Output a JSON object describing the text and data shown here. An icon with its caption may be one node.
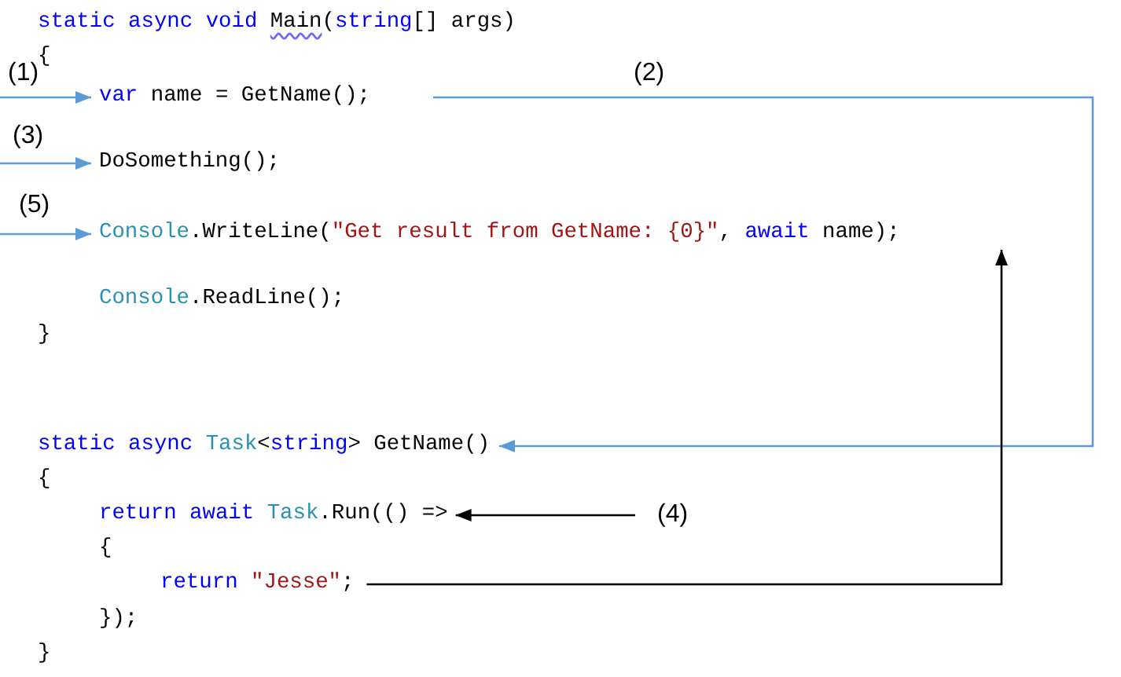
{
  "diagram": {
    "nodes": [
      {
        "text": [
          "var name = GetName();"
        ]
      },
      {
        "text": [
          "DoSomething();"
        ]
      },
      {
        "text": [
          "Console.WriteLine(\"Get result from GetName: {0}\", await name);"
        ]
      },
      {
        "text": [
          "static async Task<string> GetName()"
        ]
      },
      {
        "text": [
          "return await Task.Run(() =>"
        ]
      },
      {
        "text": [
          "(4)"
        ]
      },
      {
        "text": [
          "return \"Jesse\";"
        ]
      }
    ],
    "edges": [
      {
        "from": null,
        "to": 0,
        "arrow": "to",
        "label": "(1)"
      },
      {
        "from": 0,
        "to": 3,
        "arrow": "to",
        "label": "(2)"
      },
      {
        "from": null,
        "to": 1,
        "arrow": "to",
        "label": "(3)"
      },
      {
        "from": 5,
        "to": 4,
        "arrow": "to",
        "color": "#000000"
      },
      {
        "from": null,
        "to": 2,
        "arrow": "to",
        "label": "(5)"
      },
      {
        "from": 6,
        "to": 2,
        "arrow": "to",
        "color": "#000000"
      }
    ],
    "labels": [
      "static async void Main(string[] args)",
      "{",
      "Console.ReadLine();",
      "}",
      "{",
      "{",
      "});",
      "}"
    ]
  }
}
